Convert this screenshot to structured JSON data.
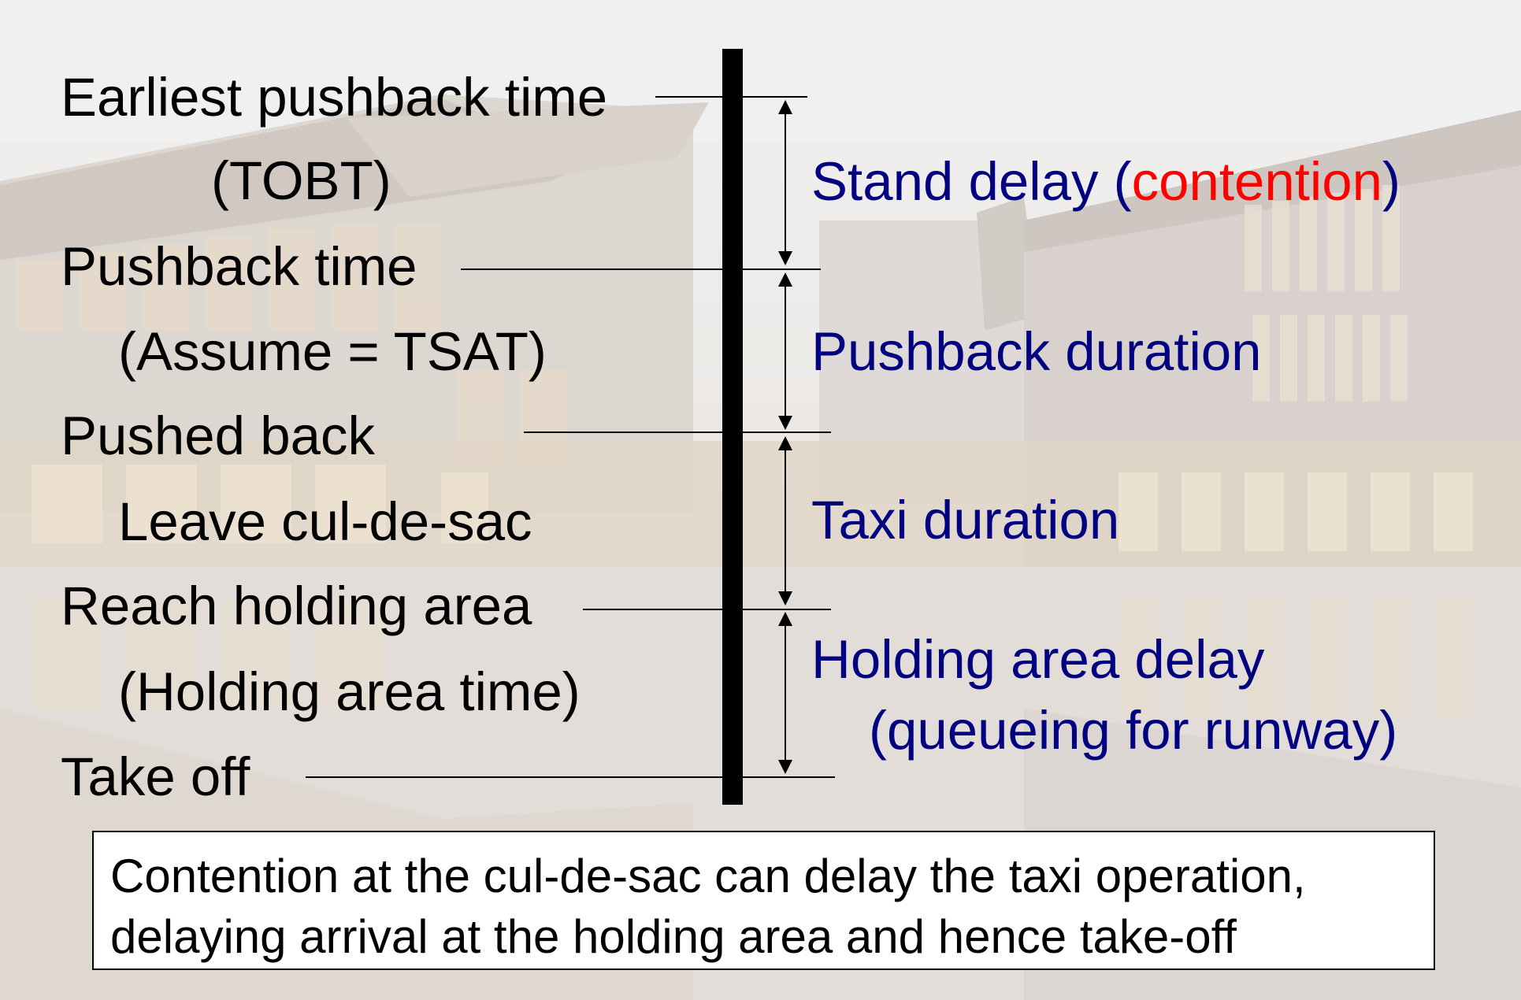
{
  "timeline": {
    "events": [
      {
        "id": "earliest-pushback",
        "label": "Earliest pushback time"
      },
      {
        "id": "tobt",
        "label": "(TOBT)"
      },
      {
        "id": "pushback-time",
        "label": "Pushback time"
      },
      {
        "id": "assume-tsat",
        "label": "(Assume = TSAT)"
      },
      {
        "id": "pushed-back",
        "label": "Pushed back"
      },
      {
        "id": "leave-cul-de-sac",
        "label": "Leave cul-de-sac"
      },
      {
        "id": "reach-holding-area",
        "label": "Reach holding area"
      },
      {
        "id": "holding-area-time",
        "label": "(Holding area time)"
      },
      {
        "id": "take-off",
        "label": "Take off"
      }
    ],
    "intervals": {
      "stand_delay": {
        "prefix": "Stand delay (",
        "highlight": "contention",
        "suffix": ")"
      },
      "pushback_duration": {
        "label": "Pushback duration"
      },
      "taxi_duration": {
        "label": "Taxi duration"
      },
      "holding_area_delay": {
        "line1": "Holding area delay",
        "line2": "(queueing for runway)"
      }
    },
    "colors": {
      "event_text": "#000000",
      "interval_text": "#000080",
      "highlight_text": "#ff0000",
      "timeline_bar": "#000000"
    }
  },
  "note": {
    "line1": "Contention at the cul-de-sac can delay the taxi operation,",
    "line2": "delaying arrival at the holding area and hence take-off"
  }
}
